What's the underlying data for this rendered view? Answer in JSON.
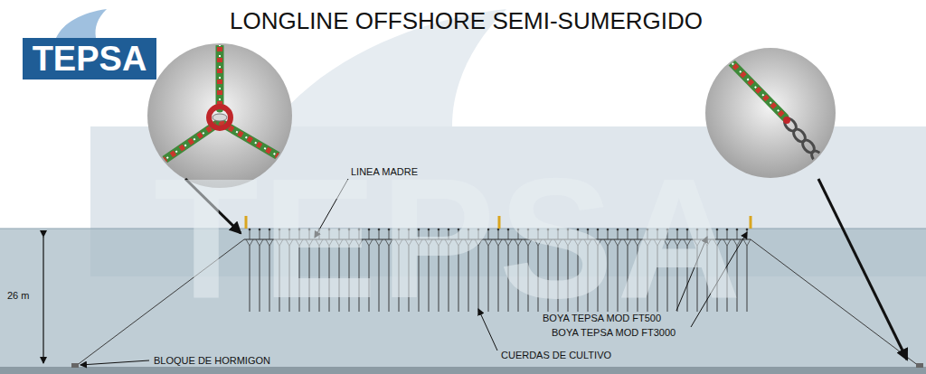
{
  "diagram": {
    "title": "LONGLINE OFFSHORE SEMI-SUMERGIDO",
    "nodes": [
      {
        "text": [
          "TEPSA"
        ]
      }
    ],
    "labels": [
      "TEPSA",
      "LINEA MADRE",
      "26 m",
      "BOYA TEPSA MOD FT500",
      "BOYA TEPSA MOD FT3000",
      "CUERDAS DE CULTIVO",
      "BLOQUE DE HORMIGON"
    ]
  }
}
